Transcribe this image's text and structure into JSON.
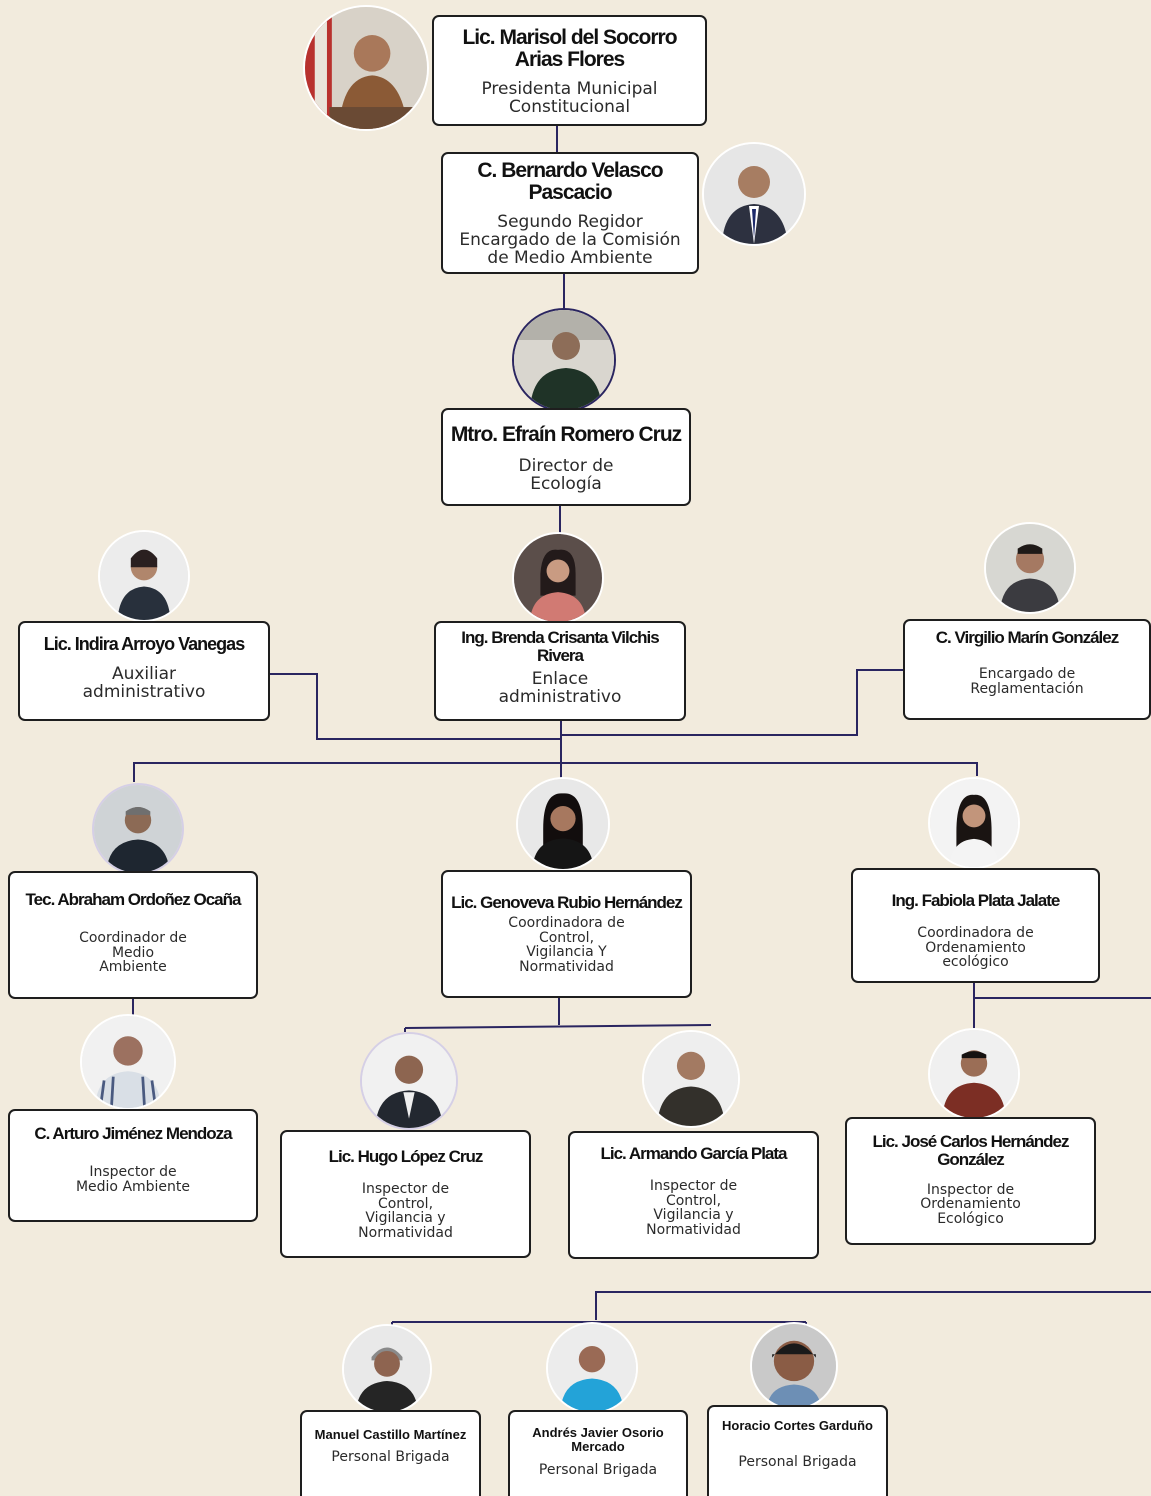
{
  "colors": {
    "background": "#f2ebdd",
    "connector": "#2a2560",
    "box_border": "#1e1e1e"
  },
  "people": {
    "presidenta": {
      "name": "Lic. Marisol del Socorro Arias Flores",
      "role": "Presidenta Municipal\nConstitucional",
      "photo": "portrait-photo"
    },
    "regidor": {
      "name": "C. Bernardo Velasco Pascacio",
      "role": "Segundo Regidor\nEncargado de la Comisión\nde Medio Ambiente",
      "photo": "portrait-photo"
    },
    "director": {
      "name": "Mtro. Efraín Romero Cruz",
      "role": "Director de\nEcología",
      "photo": "portrait-photo"
    },
    "auxiliar": {
      "name": "Lic. Indira  Arroyo Vanegas",
      "role": "Auxiliar\nadministrativo",
      "photo": "portrait-photo"
    },
    "enlace": {
      "name": "Ing. Brenda Crisanta Vilchis Rivera",
      "role": "Enlace\nadministrativo",
      "photo": "portrait-photo"
    },
    "reglamentacion": {
      "name": "C. Virgilio Marín González",
      "role": "Encargado de\nReglamentación",
      "photo": "portrait-photo"
    },
    "coord_medio": {
      "name": "Tec. Abraham Ordoñez Ocaña",
      "role": "Coordinador de\nMedio\nAmbiente",
      "photo": "portrait-photo"
    },
    "coord_control": {
      "name": "Lic. Genoveva Rubio Hernández",
      "role": "Coordinadora de\nControl,\nVigilancia Y\nNormatividad",
      "photo": "portrait-photo"
    },
    "coord_ordenamiento": {
      "name": "Ing. Fabiola Plata Jalate",
      "role": "Coordinadora de\nOrdenamiento\necológico",
      "photo": "portrait-photo"
    },
    "insp_medio": {
      "name": "C. Arturo Jiménez Mendoza",
      "role": "Inspector de\nMedio Ambiente",
      "photo": "portrait-photo"
    },
    "insp_control1": {
      "name": "Lic. Hugo López Cruz",
      "role": "Inspector de\nControl,\nVigilancia y\nNormatividad",
      "photo": "portrait-photo"
    },
    "insp_control2": {
      "name": "Lic. Armando García Plata",
      "role": "Inspector de\nControl,\nVigilancia y\nNormatividad",
      "photo": "portrait-photo"
    },
    "insp_ordenamiento": {
      "name": "Lic.  José Carlos Hernández González",
      "role": "Inspector de\nOrdenamiento\nEcológico",
      "photo": "portrait-photo"
    },
    "brigada1": {
      "name": "Manuel Castillo Martínez",
      "role": "Personal Brigada",
      "photo": "portrait-photo"
    },
    "brigada2": {
      "name": "Andrés Javier Osorio Mercado",
      "role": "Personal  Brigada",
      "photo": "portrait-photo"
    },
    "brigada3": {
      "name": "Horacio Cortes Garduño",
      "role": "Personal  Brigada",
      "photo": "portrait-photo"
    }
  }
}
